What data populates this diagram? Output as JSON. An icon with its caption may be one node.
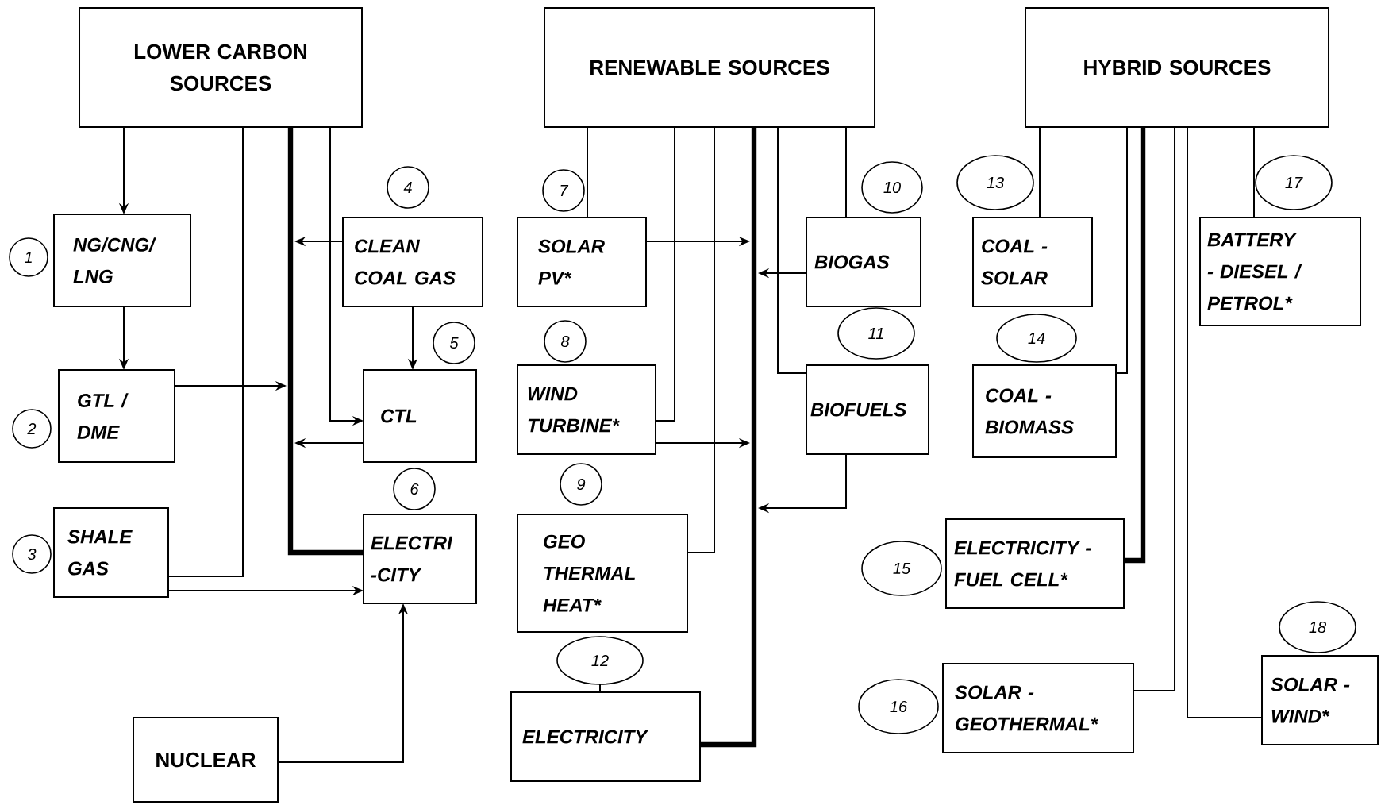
{
  "diagram": {
    "nodes": [
      {
        "text": [
          "LOWER CARBON SOURCES"
        ]
      },
      {
        "text": [
          "NG/CNG/ LNG"
        ]
      },
      {
        "text": [
          "1"
        ]
      },
      {
        "text": [
          "GTL / DME"
        ]
      },
      {
        "text": [
          "2"
        ]
      },
      {
        "text": [
          "SHALE GAS"
        ]
      },
      {
        "text": [
          "3"
        ]
      },
      {
        "text": [
          "CLEAN COAL GAS"
        ]
      },
      {
        "text": [
          "4"
        ]
      },
      {
        "text": [
          "CTL"
        ]
      },
      {
        "text": [
          "5"
        ]
      },
      {
        "text": [
          "ELECTRI -CITY"
        ]
      },
      {
        "text": [
          "6"
        ]
      },
      {
        "text": [
          "NUCLEAR"
        ]
      },
      {
        "text": [
          "RENEWABLE SOURCES"
        ]
      },
      {
        "text": [
          "SOLAR PV*"
        ]
      },
      {
        "text": [
          "7"
        ]
      },
      {
        "text": [
          "WIND TURBINE*"
        ]
      },
      {
        "text": [
          "8"
        ]
      },
      {
        "text": [
          "GEO THERMAL HEAT*"
        ]
      },
      {
        "text": [
          "9"
        ]
      },
      {
        "text": [
          "ELECTRICITY"
        ]
      },
      {
        "text": [
          "12"
        ]
      },
      {
        "text": [
          "BIOGAS"
        ]
      },
      {
        "text": [
          "10"
        ]
      },
      {
        "text": [
          "BIOFUELS"
        ]
      },
      {
        "text": [
          "11"
        ]
      },
      {
        "text": [
          "HYBRID SOURCES"
        ]
      },
      {
        "text": [
          "COAL - SOLAR"
        ]
      },
      {
        "text": [
          "13"
        ]
      },
      {
        "text": [
          "COAL - BIOMASS"
        ]
      },
      {
        "text": [
          "14"
        ]
      },
      {
        "text": [
          "ELECTRICITY - FUEL CELL*"
        ]
      },
      {
        "text": [
          "15"
        ]
      },
      {
        "text": [
          "SOLAR - GEOTHERMAL*"
        ]
      },
      {
        "text": [
          "16"
        ]
      },
      {
        "text": [
          "BATTERY - DIESEL / PETROL*"
        ]
      },
      {
        "text": [
          "17"
        ]
      },
      {
        "text": [
          "SOLAR - WIND*"
        ]
      },
      {
        "text": [
          "18"
        ]
      }
    ],
    "edges": [
      {
        "from": 0,
        "to": 1,
        "arrow": "to"
      },
      {
        "from": 1,
        "to": 3,
        "arrow": "to"
      },
      {
        "from": 0,
        "to": 5,
        "arrow": "none"
      },
      {
        "from": 0,
        "to": 11,
        "arrow": "none",
        "style": "thick"
      },
      {
        "from": 0,
        "to": 9,
        "arrow": "to"
      },
      {
        "from": 7,
        "to": 9,
        "arrow": "to"
      },
      {
        "from": 7,
        "to": null,
        "arrow": "to"
      },
      {
        "from": 3,
        "to": null,
        "arrow": "to"
      },
      {
        "from": 9,
        "to": null,
        "arrow": "to"
      },
      {
        "from": 5,
        "to": 11,
        "arrow": "to"
      },
      {
        "from": 13,
        "to": 11,
        "arrow": "to"
      },
      {
        "from": 14,
        "to": 15,
        "arrow": "none"
      },
      {
        "from": 14,
        "to": 17,
        "arrow": "none"
      },
      {
        "from": 14,
        "to": 19,
        "arrow": "none"
      },
      {
        "from": 14,
        "to": 21,
        "arrow": "none",
        "style": "thick"
      },
      {
        "from": 14,
        "to": 25,
        "arrow": "none"
      },
      {
        "from": 14,
        "to": 23,
        "arrow": "none"
      },
      {
        "from": 15,
        "to": null,
        "arrow": "to"
      },
      {
        "from": 23,
        "to": null,
        "arrow": "to"
      },
      {
        "from": 17,
        "to": null,
        "arrow": "to"
      },
      {
        "from": 25,
        "to": null,
        "arrow": "to"
      },
      {
        "from": 22,
        "to": 21,
        "arrow": "none"
      },
      {
        "from": 27,
        "to": 28,
        "arrow": "none"
      },
      {
        "from": 27,
        "to": 30,
        "arrow": "none"
      },
      {
        "from": 27,
        "to": 32,
        "arrow": "none",
        "style": "thick"
      },
      {
        "from": 27,
        "to": 34,
        "arrow": "none"
      },
      {
        "from": 27,
        "to": 38,
        "arrow": "none"
      },
      {
        "from": 27,
        "to": 36,
        "arrow": "none"
      }
    ]
  }
}
